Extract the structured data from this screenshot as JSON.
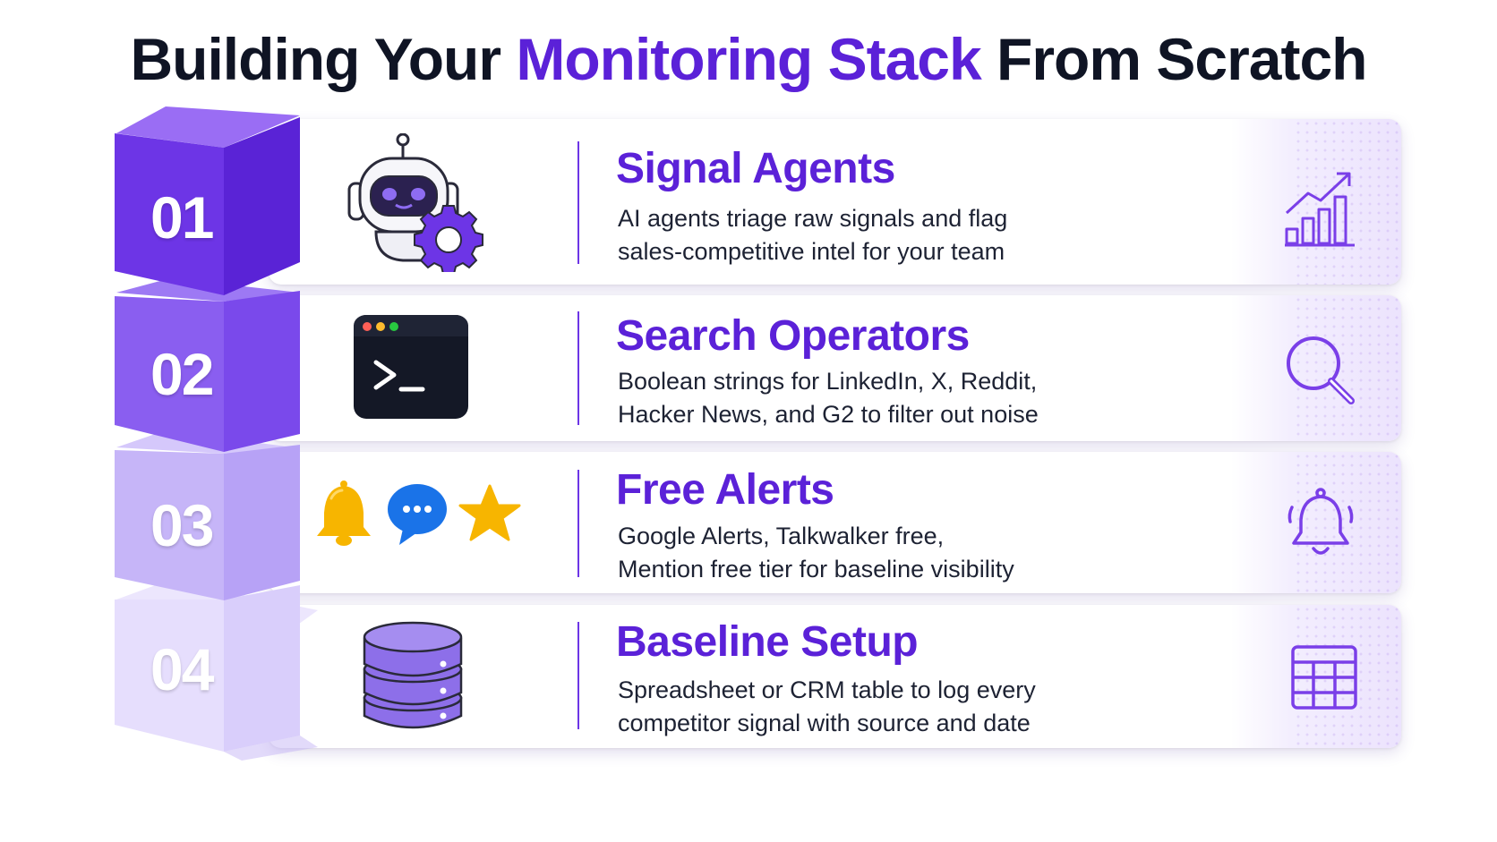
{
  "title": {
    "part1": "Building Your ",
    "accent": "Monitoring Stack",
    "part2": " From Scratch"
  },
  "steps": [
    {
      "number": "01",
      "title": "Signal Agents",
      "desc_line1": "AI agents triage raw signals and flag",
      "desc_line2": "sales-competitive intel for your team",
      "main_icon": "robot-gear-icon",
      "side_icon": "growth-chart-icon",
      "block_color": "#6d35e6"
    },
    {
      "number": "02",
      "title": "Search Operators",
      "desc_line1": "Boolean strings for LinkedIn, X, Reddit,",
      "desc_line2": "Hacker News, and G2 to filter out noise",
      "main_icon": "terminal-icon",
      "side_icon": "magnifier-icon",
      "block_color": "#8454ef"
    },
    {
      "number": "03",
      "title": "Free Alerts",
      "desc_line1": "Google Alerts, Talkwalker free,",
      "desc_line2": "Mention free tier for baseline visibility",
      "main_icon": "bell-chat-star-icons",
      "side_icon": "bell-icon",
      "block_color": "#b197f6"
    },
    {
      "number": "04",
      "title": "Baseline Setup",
      "desc_line1": "Spreadsheet or CRM table to log every",
      "desc_line2": "competitor signal with source and date",
      "main_icon": "database-icon",
      "side_icon": "table-grid-icon",
      "block_color": "#d5c8fb"
    }
  ],
  "colors": {
    "accent": "#5b21d8",
    "title_dark": "#0f1424"
  }
}
